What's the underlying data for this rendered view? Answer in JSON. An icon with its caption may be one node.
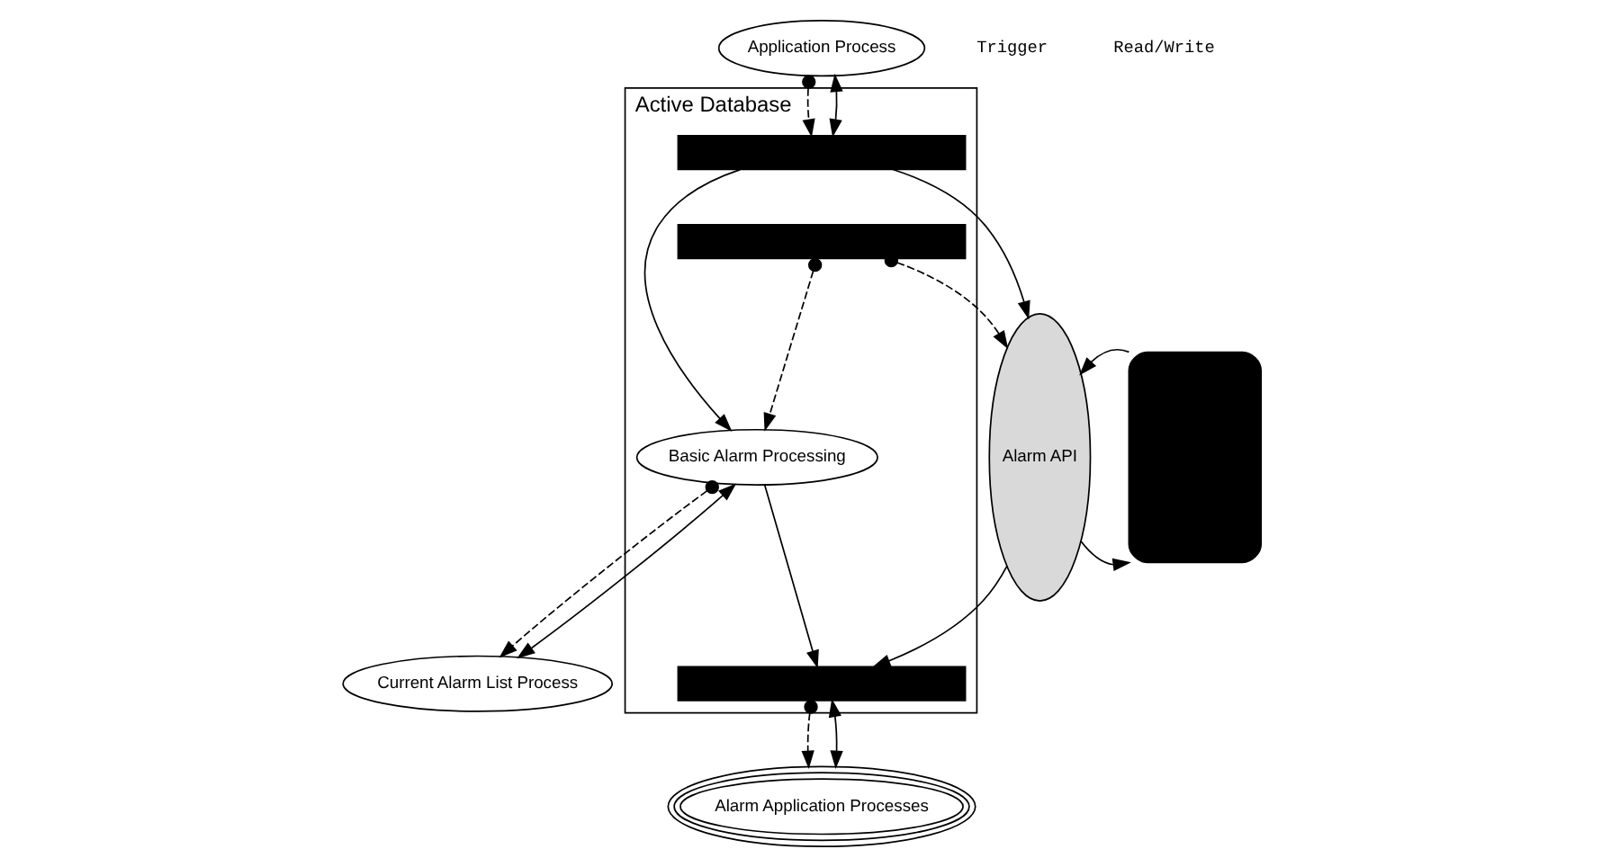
{
  "diagram": {
    "nodes": [
      {
        "text": [
          "Active Database"
        ]
      },
      {
        "text": [
          "Application Process"
        ]
      },
      {
        "text": [
          "Basic Alarm Processing"
        ],
        "in": 0
      },
      {
        "text": [],
        "shape": "bar",
        "in": 0
      },
      {
        "text": [],
        "shape": "bar",
        "in": 0
      },
      {
        "text": [],
        "shape": "bar",
        "in": 0
      },
      {
        "text": [
          "Alarm API"
        ]
      },
      {
        "text": [],
        "shape": "box"
      },
      {
        "text": [
          "Current Alarm List Process"
        ]
      },
      {
        "text": [
          "Alarm Application Processes"
        ]
      }
    ],
    "edges": [
      {
        "from": 1,
        "to": 3,
        "arrow": "to",
        "style": "dashed"
      },
      {
        "from": 1,
        "to": 3,
        "arrow": "both"
      },
      {
        "from": 3,
        "to": 2,
        "arrow": "to"
      },
      {
        "from": 4,
        "to": 2,
        "arrow": "to",
        "style": "dashed"
      },
      {
        "from": 2,
        "to": 5,
        "arrow": "to"
      },
      {
        "from": 3,
        "to": 6,
        "arrow": "to"
      },
      {
        "from": 4,
        "to": 6,
        "arrow": "to",
        "style": "dashed"
      },
      {
        "from": 6,
        "to": 5,
        "arrow": "to"
      },
      {
        "from": 6,
        "to": 7,
        "arrow": "to"
      },
      {
        "from": 7,
        "to": 6,
        "arrow": "to"
      },
      {
        "from": 2,
        "to": 8,
        "arrow": "to",
        "style": "dashed"
      },
      {
        "from": 2,
        "to": 8,
        "arrow": "both"
      },
      {
        "from": 5,
        "to": 9,
        "arrow": "to",
        "style": "dashed"
      },
      {
        "from": 5,
        "to": 9,
        "arrow": "both"
      }
    ],
    "legend": [
      {
        "text": "Trigger"
      },
      {
        "text": "Read/Write"
      }
    ]
  }
}
